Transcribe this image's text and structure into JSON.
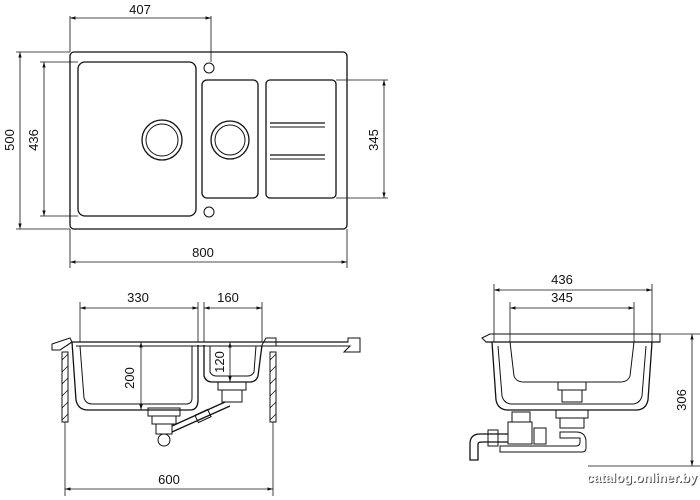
{
  "dimensions": {
    "top_407": "407",
    "height_500": "500",
    "height_436": "436",
    "height_345": "345",
    "width_800": "800",
    "section_330": "330",
    "section_160": "160",
    "depth_200": "200",
    "depth_120": "120",
    "width_600": "600",
    "side_436": "436",
    "side_345": "345",
    "side_306": "306"
  },
  "watermark": "catalog.onliner.by",
  "colors": {
    "line": "#111111",
    "background": "#ffffff",
    "watermark_shadow": "#555555"
  }
}
